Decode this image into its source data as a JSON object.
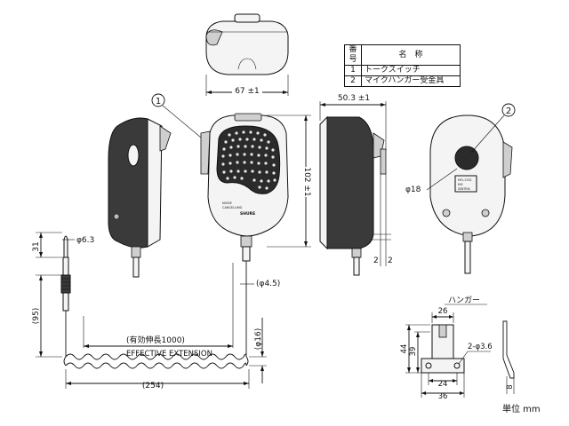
{
  "parts_table": {
    "headers": [
      "番号",
      "名　称"
    ],
    "rows": [
      {
        "no": "1",
        "name": "トークスイッチ"
      },
      {
        "no": "2",
        "name": "マイクハンガー受金具"
      }
    ]
  },
  "dimensions": {
    "top_width": "67 ±1",
    "side_depth": "50.3 ±1",
    "height": "102 ±1",
    "hole_dia": "φ18",
    "plug_dia": "φ6.3",
    "plug_len": "31",
    "cable_dia": "(φ4.5)",
    "coil_len": "(95)",
    "coil_dia": "(φ16)",
    "ext_jp": "(有効伸長1000)",
    "ext_en": "EFFECTIVE EXTENSION",
    "cord_len": "(254)",
    "side_gap_1": "2",
    "side_gap_2": "2"
  },
  "callouts": {
    "c1": "1",
    "c2": "2"
  },
  "hanger": {
    "title": "ハンガー",
    "d26": "26",
    "d44": "44",
    "d39": "39",
    "holes": "2-φ3.6",
    "d24": "24",
    "d36": "36",
    "d8": "8"
  },
  "front_labels": {
    "brand": "SHURE",
    "line1": "NOISE",
    "line2": "CANCELLING"
  },
  "back_label": {
    "line1": "MFL-2332",
    "line2": "MIC",
    "line3": "SENTRIX"
  },
  "unit_label": "単位 mm"
}
